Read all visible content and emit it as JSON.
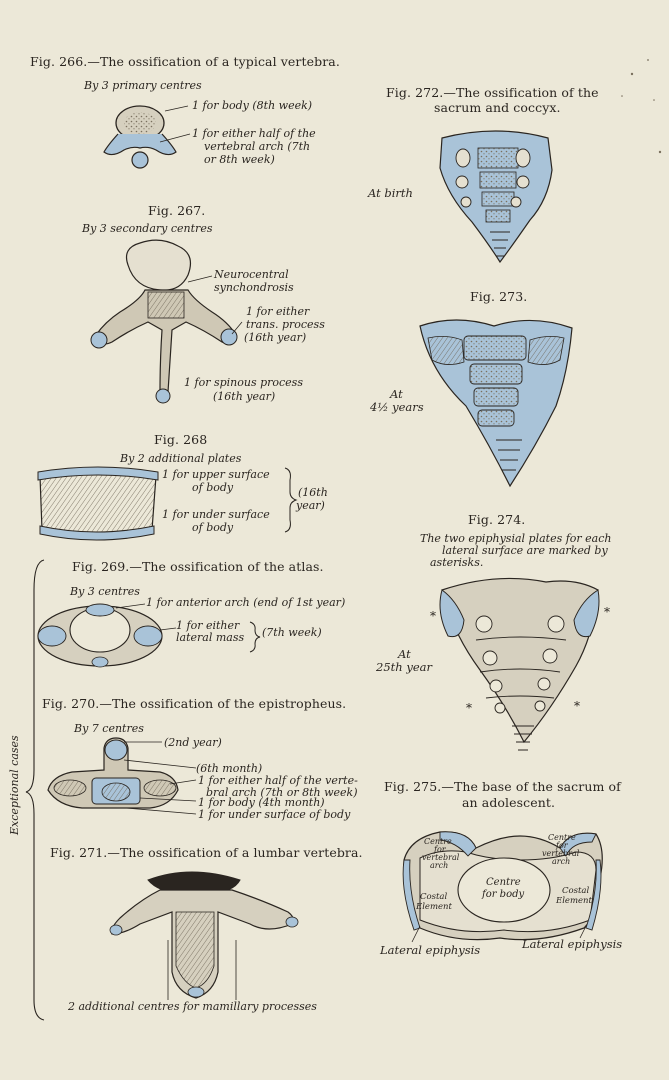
{
  "fig266": {
    "caption": "Fig. 266.—The ossification of a typical vertebra.",
    "subtitle": "By 3 primary centres",
    "label_body": "1 for body (8th week)",
    "label_arch_1": "1 for either half of the",
    "label_arch_2": "vertebral arch (7th",
    "label_arch_3": "or 8th week)"
  },
  "fig267": {
    "caption": "Fig. 267.",
    "subtitle": "By 3 secondary centres",
    "label_neuro_1": "Neurocentral",
    "label_neuro_2": "synchondrosis",
    "label_trans_1": "1 for either",
    "label_trans_2": "trans. process",
    "label_trans_3": "(16th year)",
    "label_spin_1": "1 for spinous process",
    "label_spin_2": "(16th year)"
  },
  "fig268": {
    "caption": "Fig. 268",
    "subtitle": "By 2 additional plates",
    "label_upper_1": "1 for upper surface",
    "label_upper_2": "of body",
    "label_under_1": "1 for under surface",
    "label_under_2": "of body",
    "label_time_1": "(16th",
    "label_time_2": "year)"
  },
  "fig269": {
    "caption": "Fig. 269.—The ossification of the atlas.",
    "subtitle": "By 3 centres",
    "label_ant": "1 for anterior arch (end of 1st year)",
    "label_lat_1": "1 for either",
    "label_lat_2": "lateral mass",
    "label_lat_time": "(7th week)"
  },
  "fig270": {
    "caption": "Fig. 270.—The ossification of the epistropheus.",
    "subtitle": "By 7 centres",
    "label_2nd": "(2nd year)",
    "label_6th": "(6th month)",
    "label_arch_1": "1 for either half of the verte-",
    "label_arch_2": "bral arch (7th or 8th week)",
    "label_body": "1 for body (4th month)",
    "label_under": "1 for under surface of body"
  },
  "fig271": {
    "caption": "Fig. 271.—The ossification of a lumbar vertebra.",
    "label_mam": "2 additional centres for mamillary processes"
  },
  "side_label": "Exceptional cases",
  "fig272": {
    "caption_1": "Fig. 272.—The ossification of the",
    "caption_2": "sacrum and coccyx.",
    "label_birth": "At birth"
  },
  "fig273": {
    "caption": "Fig. 273.",
    "label_at": "At",
    "label_years": "4½ years"
  },
  "fig274": {
    "caption": "Fig. 274.",
    "note_1": "The two epiphysial plates for each",
    "note_2": "lateral surface are marked by",
    "note_3": "asterisks.",
    "label_at": "At",
    "label_year": "25th year",
    "asterisk": "*"
  },
  "fig275": {
    "caption_1": "Fig. 275.—The base of the sacrum of",
    "caption_2": "an adolescent.",
    "label_centre_arch_l_1": "Centre",
    "label_centre_arch_l_2": "for",
    "label_centre_arch_l_3": "vertebral",
    "label_centre_arch_l_4": "arch",
    "label_centre_arch_r_1": "Centre",
    "label_centre_arch_r_2": "for",
    "label_centre_arch_r_3": "vertebral",
    "label_centre_arch_r_4": "arch",
    "label_centre_body_1": "Centre",
    "label_centre_body_2": "for body",
    "label_costal_l_1": "Costal",
    "label_costal_l_2": "Element",
    "label_costal_r_1": "Costal",
    "label_costal_r_2": "Element",
    "label_lat_l": "Lateral epiphysis",
    "label_lat_r": "Lateral epiphysis"
  },
  "colors": {
    "paper": "#ece8d8",
    "ink": "#2a2520",
    "cartilage_blue": "#a9c3d8",
    "bone": "#d6d0bf"
  }
}
